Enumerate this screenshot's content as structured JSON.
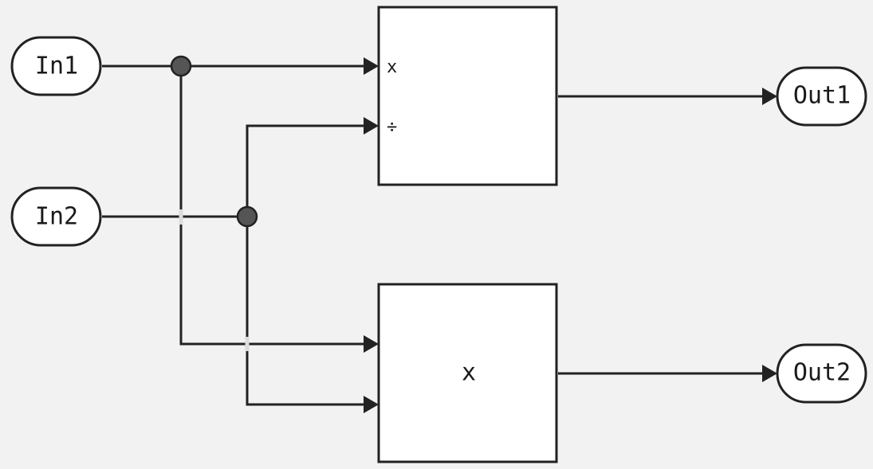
{
  "diagram": {
    "inports": [
      {
        "id": "in1",
        "label": "In1"
      },
      {
        "id": "in2",
        "label": "In2"
      }
    ],
    "outports": [
      {
        "id": "out1",
        "label": "Out1"
      },
      {
        "id": "out2",
        "label": "Out2"
      }
    ],
    "blocks": [
      {
        "id": "divide",
        "input_signs": [
          "x",
          "÷"
        ],
        "output": "out1"
      },
      {
        "id": "product",
        "label": "x",
        "output": "out2"
      }
    ],
    "connections": [
      {
        "from": "in1",
        "to": "divide",
        "port": 1
      },
      {
        "from": "in2",
        "to": "divide",
        "port": 2
      },
      {
        "from": "in1",
        "to": "product",
        "port": 1
      },
      {
        "from": "in2",
        "to": "product",
        "port": 2
      },
      {
        "from": "divide",
        "to": "out1"
      },
      {
        "from": "product",
        "to": "out2"
      }
    ],
    "colors": {
      "background": "#f2f2f2",
      "block_fill": "#ffffff",
      "line": "#222222",
      "junction": "#555555"
    }
  }
}
